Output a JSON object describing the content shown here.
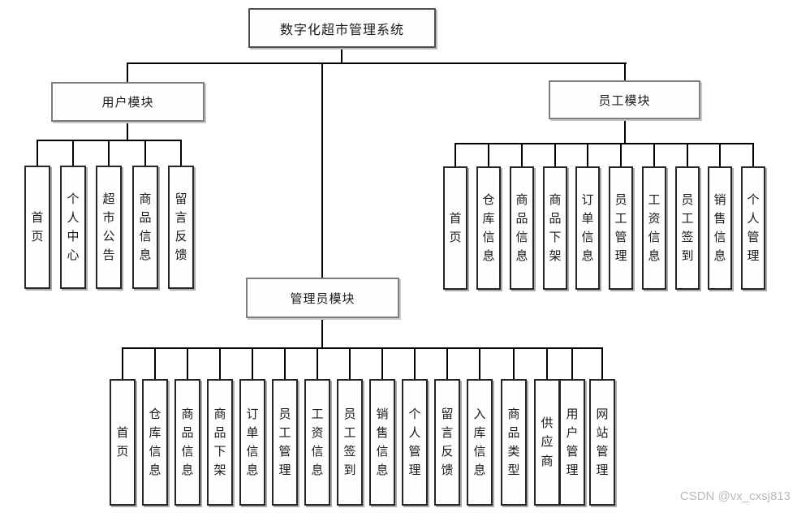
{
  "diagram": {
    "root": "数字化超市管理系统",
    "modules": [
      {
        "label": "用户模块",
        "children": [
          "首页",
          "个人中心",
          "超市公告",
          "商品信息",
          "留言反馈"
        ]
      },
      {
        "label": "员工模块",
        "children": [
          "首页",
          "仓库信息",
          "商品信息",
          "商品下架",
          "订单信息",
          "员工管理",
          "工资信息",
          "员工签到",
          "销售信息",
          "个人管理"
        ]
      },
      {
        "label": "管理员模块",
        "children": [
          "首页",
          "仓库信息",
          "商品信息",
          "商品下架",
          "订单信息",
          "员工管理",
          "工资信息",
          "员工签到",
          "销售信息",
          "个人管理",
          "留言反馈",
          "入库信息",
          "商品类型",
          "供应商",
          "用户管理",
          "网站管理"
        ]
      }
    ],
    "watermark": "CSDN @vx_cxsj813",
    "colors": {
      "connector_line": "#000000",
      "module_border": "#7d7d7d",
      "leaf_border": "#262626",
      "box_fill": "#fefefe",
      "watermark_text": "#b9b9b9",
      "background": "#ffffff"
    }
  }
}
